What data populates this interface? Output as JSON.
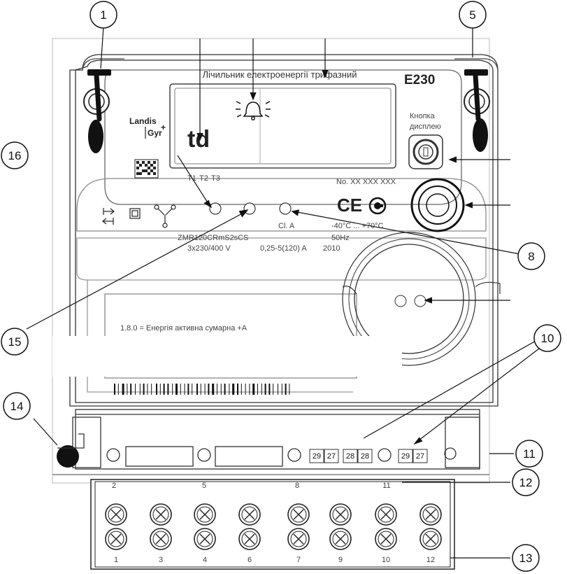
{
  "meter": {
    "title": "Лічильник електроенергії трифазний",
    "model": "E230",
    "brand_line1": "Landis",
    "brand_line2": "Gyr",
    "brand_plus": "+",
    "lcd_text": "td",
    "tariffs": [
      "T1",
      "T2",
      "T3"
    ],
    "button_label_line1": "Кнопка",
    "button_label_line2": "дисплею",
    "serial": "No. XX XXX XXX",
    "ce_mark": "CE",
    "type_code": "ZMR120CRmS2sCS",
    "voltage": "3x230/400 V",
    "current": "0,25-5(120) A",
    "year": "2010",
    "accuracy": "Cl. A",
    "temperature": "-40°C ... +70°C",
    "frequency": "50Hz",
    "obis_line": "1.8.0 = Енергія активна сумарна +A"
  },
  "terminal_small_labels": [
    "29",
    "27",
    "28",
    "28",
    "29",
    "27"
  ],
  "terminal_top_numbers": [
    "2",
    "5",
    "8",
    "11"
  ],
  "terminal_bottom_numbers": [
    "1",
    "3",
    "4",
    "6",
    "7",
    "9",
    "10",
    "12"
  ],
  "callouts": [
    "1",
    "5",
    "16",
    "8",
    "15",
    "10",
    "14",
    "11",
    "12",
    "13"
  ],
  "icons": {
    "alarm": "bell-alarm-icon",
    "datamatrix": "datamatrix-code-icon",
    "barcode": "barcode-icon",
    "seal": "seal-icon",
    "optical": "optical-port-icon"
  }
}
